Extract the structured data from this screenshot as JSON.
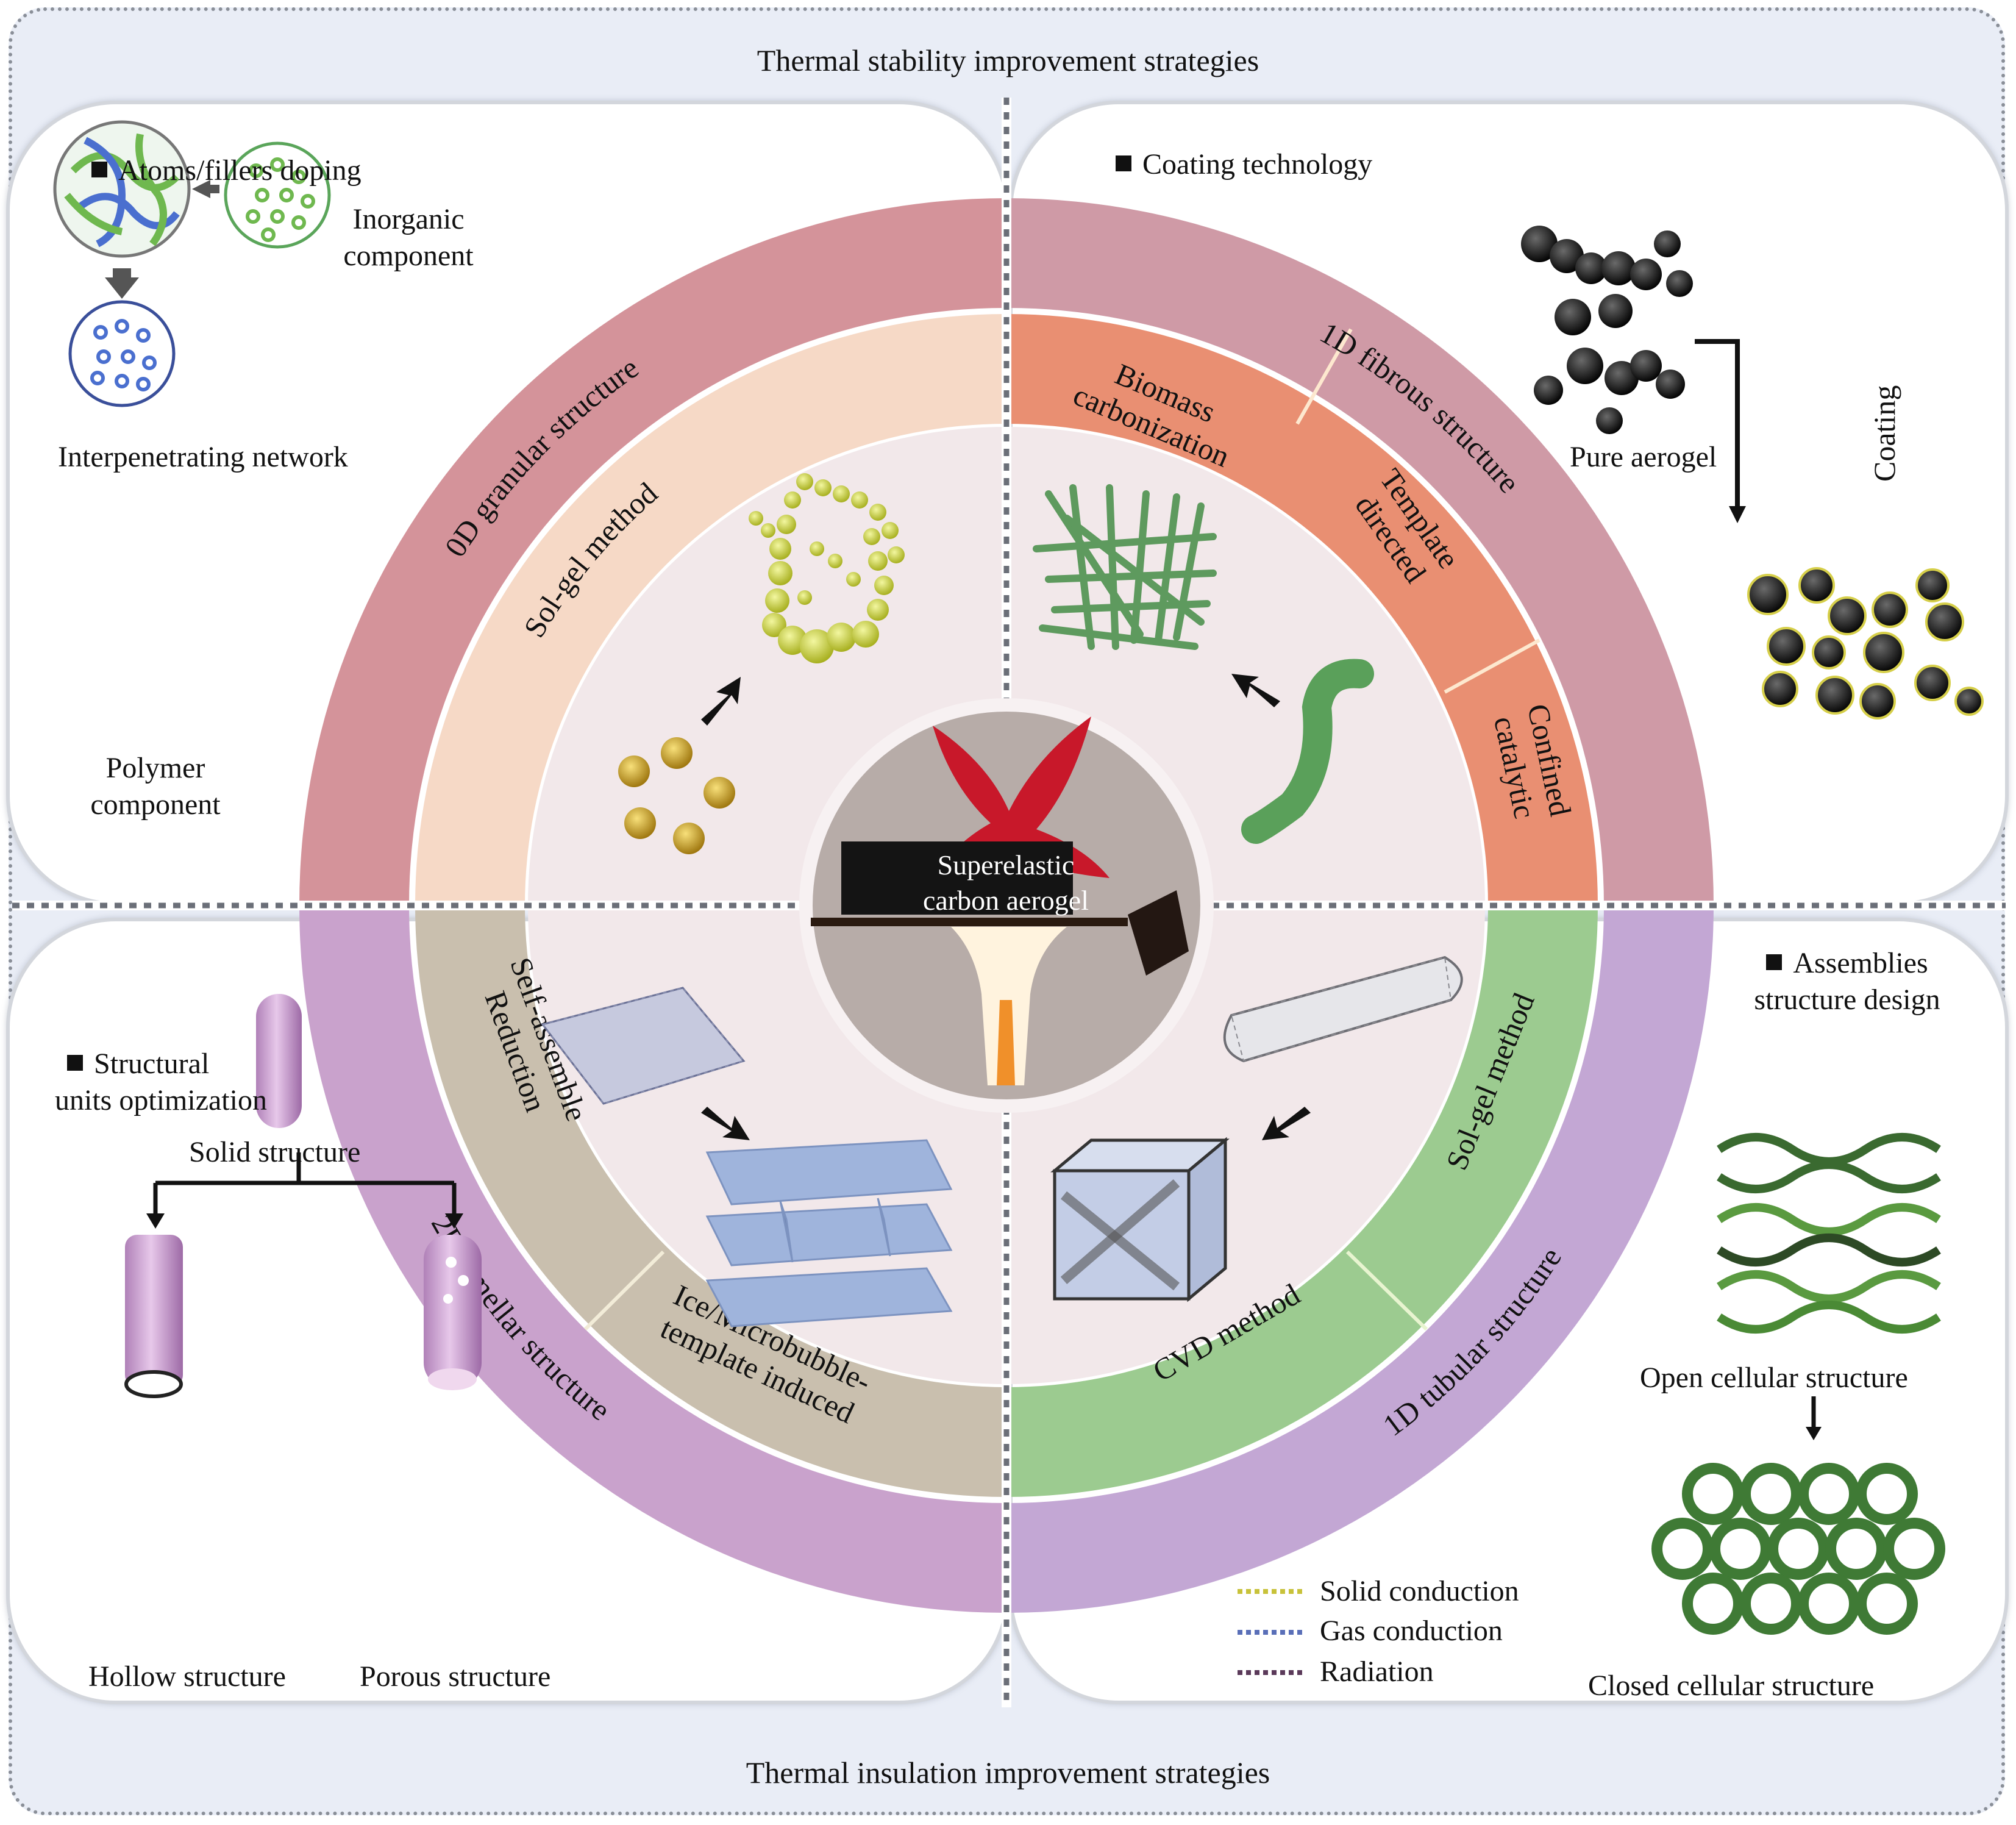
{
  "outer": {
    "top_title": "Thermal stability improvement strategies",
    "bottom_title": "Thermal insulation improvement strategies"
  },
  "center": {
    "label_line1": "Superelastic",
    "label_line2": "carbon aerogel"
  },
  "quadrants": {
    "top_left": {
      "heading": "Atoms/fillers doping",
      "items": {
        "interpenetrating": "Interpenetrating network",
        "inorganic_line1": "Inorganic",
        "inorganic_line2": "component",
        "polymer_line1": "Polymer",
        "polymer_line2": "component"
      },
      "ring_outer": "0D granular structure",
      "ring_inner": [
        "Sol-gel method"
      ]
    },
    "top_right": {
      "heading": "Coating technology",
      "items": {
        "pure": "Pure aerogel",
        "coating_arrow": "Coating"
      },
      "ring_outer": "1D fibrous structure",
      "ring_inner": [
        [
          "Biomass",
          "carbonization"
        ],
        [
          "Template",
          "directed"
        ],
        [
          "Confined",
          "catalytic"
        ]
      ]
    },
    "bottom_left": {
      "heading_line1": "Structural",
      "heading_line2": "units optimization",
      "items": {
        "solid": "Solid structure",
        "hollow": "Hollow structure",
        "porous": "Porous structure"
      },
      "ring_outer": "2D lamellar structure",
      "ring_inner": [
        [
          "Reduction",
          "Self-assemble"
        ],
        [
          "Ice/Microbubble-",
          "template induced"
        ]
      ]
    },
    "bottom_right": {
      "heading_line1": "Assemblies",
      "heading_line2": "structure design",
      "items": {
        "open": "Open cellular structure",
        "closed": "Closed cellular structure"
      },
      "ring_outer": "1D tubular structure",
      "ring_inner": [
        "Sol-gel method",
        "CVD method"
      ],
      "legend": [
        {
          "label": "Solid conduction",
          "color": "#c8c23a"
        },
        {
          "label": "Gas conduction",
          "color": "#5a6fb8"
        },
        {
          "label": "Radiation",
          "color": "#5b3a5a"
        }
      ]
    }
  },
  "colors": {
    "frame_bg": "#e9edf6",
    "tl_outer": "#d4939a",
    "tl_inner": "#f6d9c6",
    "tr_outer": "#cf9aa6",
    "tr_inner": "#e98f72",
    "bl_outer": "#c9a2cc",
    "bl_inner": "#c9bfae",
    "br_outer": "#c9a2cc",
    "br_inner": "#9ccb90",
    "center_bg": "#f2e8ea"
  }
}
